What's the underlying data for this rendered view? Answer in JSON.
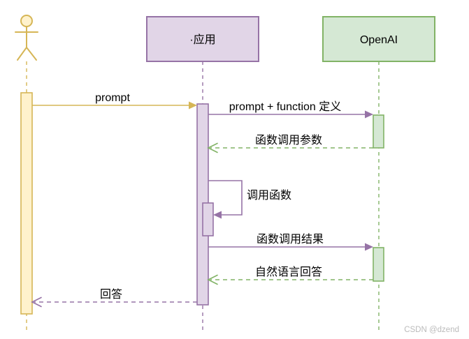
{
  "colors": {
    "yellow_stroke": "#D6B656",
    "yellow_fill": "#FFF2CC",
    "purple_stroke": "#9673A6",
    "purple_fill": "#E1D5E7",
    "green_stroke": "#82B366",
    "green_fill": "#D5E8D4",
    "text_color": "#000000",
    "watermark_color": "#BBBBBB",
    "background": "#FFFFFF"
  },
  "diagram": {
    "participants": {
      "app": {
        "label": "·应用"
      },
      "openai": {
        "label": "OpenAI"
      }
    },
    "messages": {
      "prompt": {
        "label": "prompt"
      },
      "prompt_function_def": {
        "label": "prompt + function 定义"
      },
      "function_call_args": {
        "label": "函数调用参数"
      },
      "call_function": {
        "label": "调用函数"
      },
      "function_call_result": {
        "label": "函数调用结果"
      },
      "natural_language_answer": {
        "label": "自然语言回答"
      },
      "answer": {
        "label": "回答"
      }
    }
  },
  "watermark": {
    "label": "CSDN @dzend"
  }
}
